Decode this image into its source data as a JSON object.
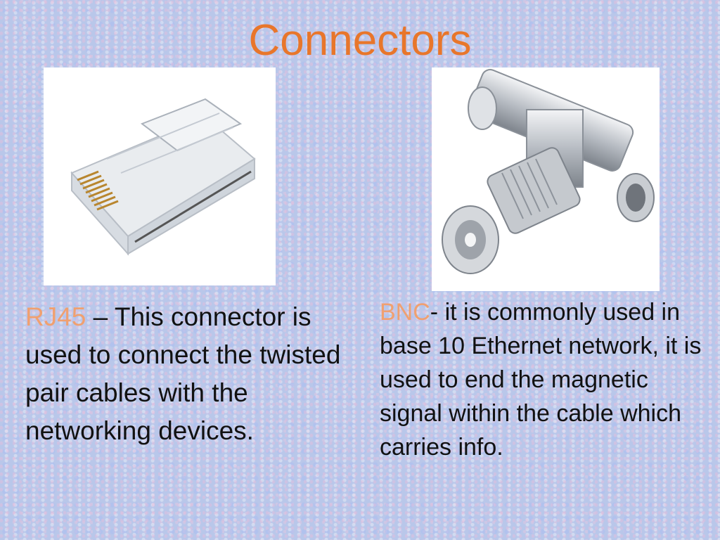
{
  "slide": {
    "title": "Connectors"
  },
  "rj45": {
    "image_icon": "rj45-connector-image",
    "term": "RJ45",
    "description": " – This connector is used to connect the twisted pair cables with the networking devices."
  },
  "bnc": {
    "image_icon": "bnc-t-connector-image",
    "term": "BNC",
    "description": "- it is commonly used in base 10 Ethernet network, it is used to end the magnetic signal within the cable which carries info."
  },
  "colors": {
    "title": "#e8762b",
    "term_accent": "#f0a070",
    "background": "#b9c7ea"
  }
}
